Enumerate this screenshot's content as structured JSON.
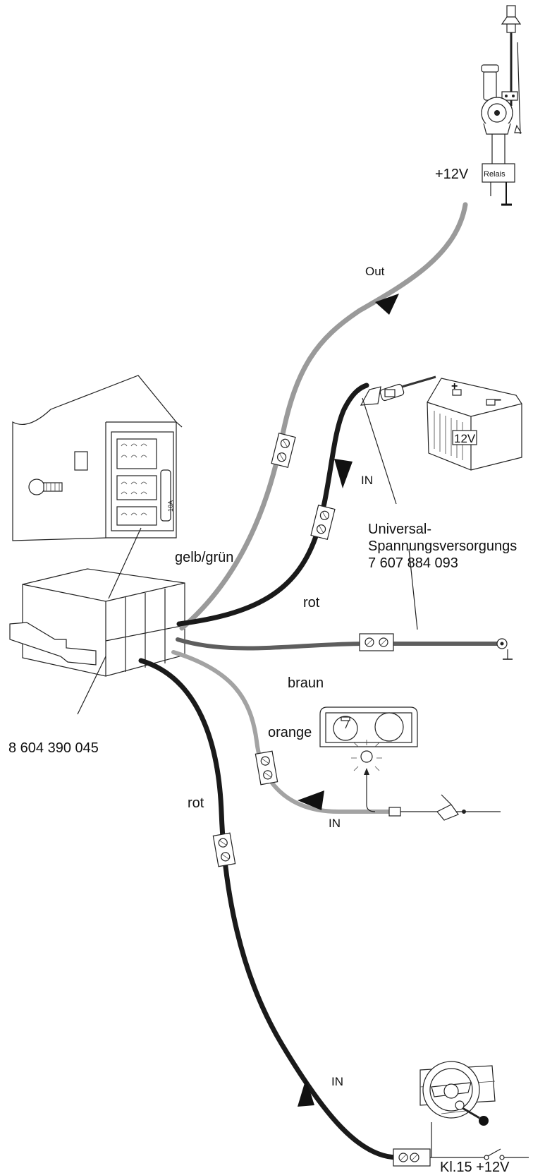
{
  "labels": {
    "relay_voltage": "+12V",
    "relay_name": "Relais",
    "out": "Out",
    "battery": "12V",
    "in_battery": "IN",
    "supply_line1": "Universal-",
    "supply_line2": "Spannungsversorgungs",
    "supply_line3": "7 607 884 093",
    "fuse": "10A",
    "gelb_gruen": "gelb/grün",
    "rot_upper": "rot",
    "braun": "braun",
    "orange": "orange",
    "part_number": "8 604 390 045",
    "rot_lower": "rot",
    "in_lamp": "IN",
    "in_ignition": "IN",
    "ignition": "Kl.15 +12V"
  },
  "wire_colors": {
    "gelb_gruen": "#9a9a9a",
    "rot": "#1a1a1a",
    "braun": "#5e5e5e",
    "orange": "#a3a3a3"
  }
}
